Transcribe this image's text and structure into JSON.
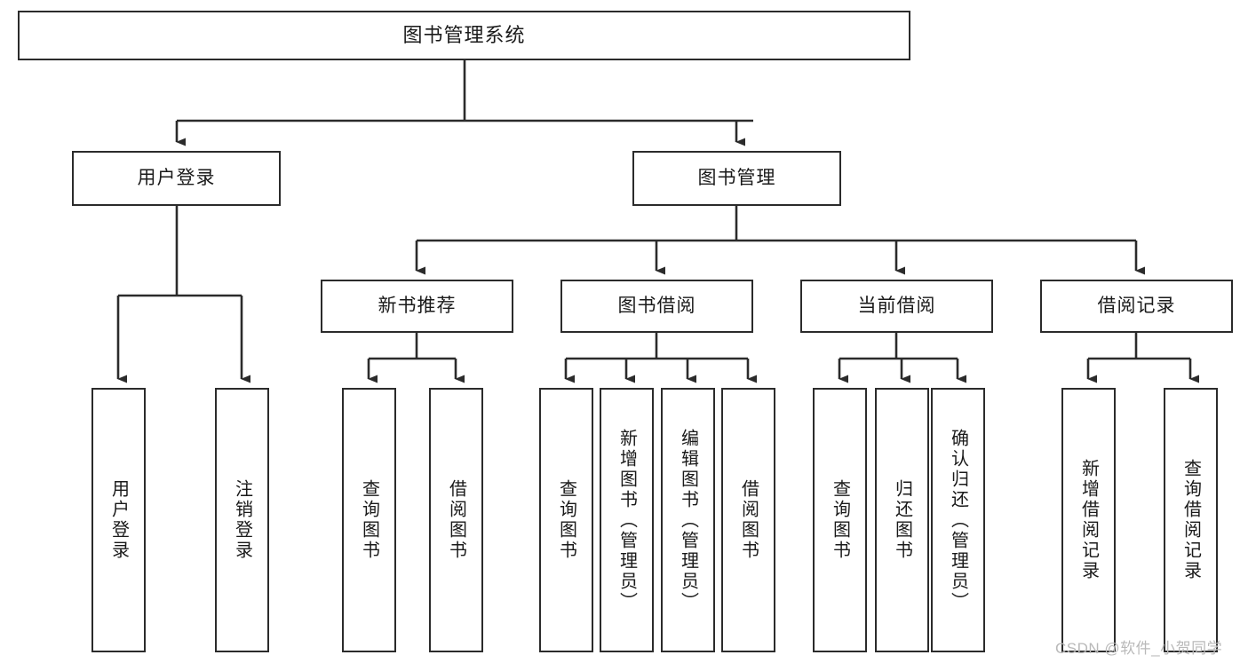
{
  "diagram": {
    "title": "图书管理系统",
    "type": "tree",
    "orientation": "top-down",
    "colors": {
      "box_border": "#2b2b2b",
      "box_fill": "#ffffff",
      "connector": "#2b2b2b",
      "text": "#1a1a1a",
      "watermark": "#b9b9b9",
      "background": "#ffffff"
    },
    "nodes": {
      "root": {
        "label": "图书管理系统",
        "level": 1
      },
      "level2": [
        {
          "id": "user-login",
          "label": "用户登录"
        },
        {
          "id": "book-management",
          "label": "图书管理"
        }
      ],
      "level3": [
        {
          "id": "new-book-recommend",
          "label": "新书推荐",
          "parent": "book-management"
        },
        {
          "id": "book-borrow",
          "label": "图书借阅",
          "parent": "book-management"
        },
        {
          "id": "current-borrow",
          "label": "当前借阅",
          "parent": "book-management"
        },
        {
          "id": "borrow-record",
          "label": "借阅记录",
          "parent": "book-management"
        }
      ],
      "leaves": [
        {
          "id": "leaf-user-login",
          "label": "用户登录",
          "parent": "user-login"
        },
        {
          "id": "leaf-logout",
          "label": "注销登录",
          "parent": "user-login"
        },
        {
          "id": "leaf-query-book-1",
          "label": "查询图书",
          "parent": "new-book-recommend"
        },
        {
          "id": "leaf-borrow-book-1",
          "label": "借阅图书",
          "parent": "new-book-recommend"
        },
        {
          "id": "leaf-query-book-2",
          "label": "查询图书",
          "parent": "book-borrow"
        },
        {
          "id": "leaf-add-book",
          "label": "新增图书（管理员）",
          "parent": "book-borrow"
        },
        {
          "id": "leaf-edit-book",
          "label": "编辑图书（管理员）",
          "parent": "book-borrow"
        },
        {
          "id": "leaf-borrow-book-2",
          "label": "借阅图书",
          "parent": "book-borrow"
        },
        {
          "id": "leaf-query-book-3",
          "label": "查询图书",
          "parent": "current-borrow"
        },
        {
          "id": "leaf-return-book",
          "label": "归还图书",
          "parent": "current-borrow"
        },
        {
          "id": "leaf-confirm-return",
          "label": "确认归还（管理员）",
          "parent": "current-borrow"
        },
        {
          "id": "leaf-add-record",
          "label": "新增借阅记录",
          "parent": "borrow-record"
        },
        {
          "id": "leaf-query-record",
          "label": "查询借阅记录",
          "parent": "borrow-record"
        }
      ]
    },
    "watermark": "CSDN @软件_小贺同学"
  }
}
